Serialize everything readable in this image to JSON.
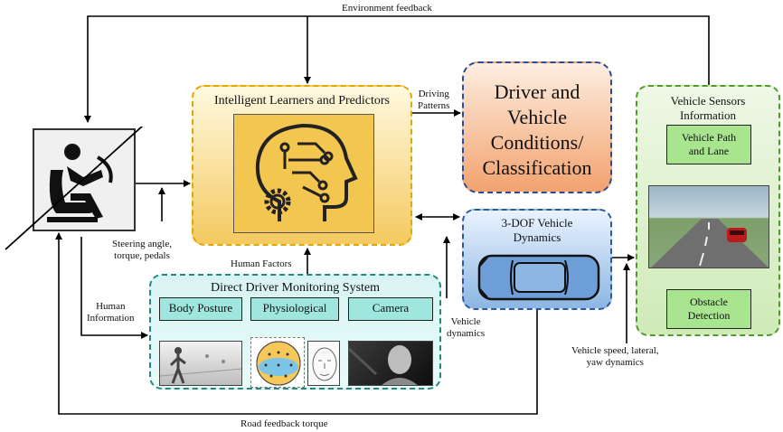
{
  "diagram": {
    "feedback": {
      "environment": "Environment feedback",
      "road": "Road feedback torque"
    },
    "arrow_labels": {
      "driving_patterns": "Driving\nPatterns",
      "steering": "Steering angle,\ntorque, pedals",
      "human_factors": "Human Factors",
      "human_information": "Human\nInformation",
      "vehicle_dynamics": "Vehicle\ndynamics",
      "vehicle_speed": "Vehicle speed, lateral,\nyaw dynamics"
    },
    "learners": {
      "title": "Intelligent Learners and Predictors"
    },
    "classification": {
      "title": "Driver and\nVehicle\nConditions/\nClassification"
    },
    "dynamics": {
      "title": "3-DOF Vehicle\nDynamics"
    },
    "monitoring": {
      "title": "Direct Driver Monitoring System",
      "items": [
        "Body Posture",
        "Physiological",
        "Camera"
      ]
    },
    "sensors": {
      "title": "Vehicle Sensors\nInformation",
      "path": "Vehicle Path\nand Lane",
      "obstacle": "Obstacle\nDetection"
    },
    "colors": {
      "learners_border": "#e0a800",
      "classification_border": "#2c4a9c",
      "dynamics_border": "#2c5aa0",
      "monitoring_border": "#1e8a80",
      "sensors_border": "#4e9a2b",
      "green_box": "#a8e58e",
      "teal_box": "#9fe6df"
    },
    "icons": [
      "driver-seat-icon",
      "ai-brain-head-icon",
      "gear-icon",
      "car-top-view-icon"
    ]
  }
}
